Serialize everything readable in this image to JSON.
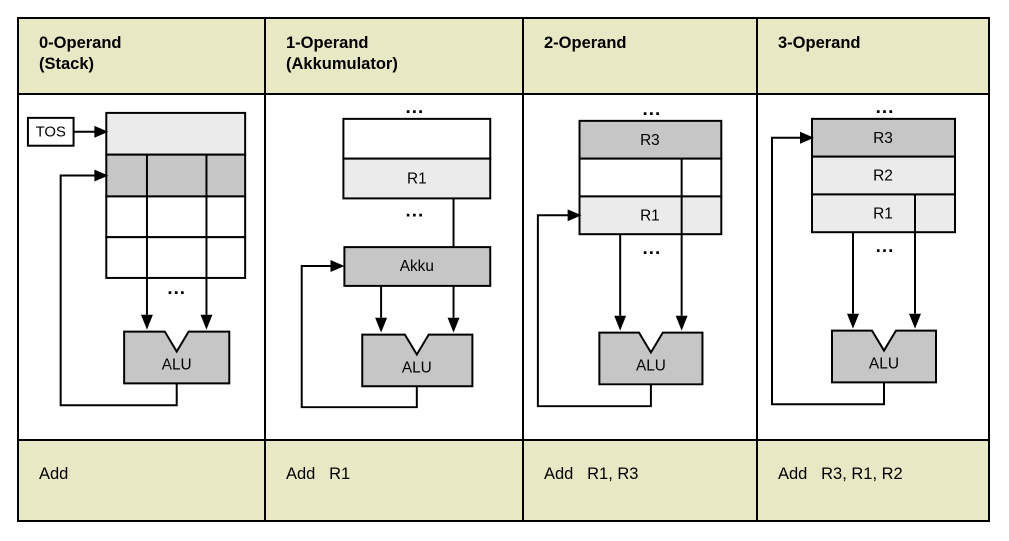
{
  "diagram": {
    "title_row": [
      {
        "id": "col-0-operand",
        "label": "0-Operand\n(Stack)"
      },
      {
        "id": "col-1-operand",
        "label": "1-Operand\n(Akkumulator)"
      },
      {
        "id": "col-2-operand",
        "label": "2-Operand"
      },
      {
        "id": "col-3-operand",
        "label": "3-Operand"
      }
    ],
    "instruction_row": [
      {
        "id": "instr-0",
        "label": "Add"
      },
      {
        "id": "instr-1",
        "label": "Add   R1"
      },
      {
        "id": "instr-2",
        "label": "Add   R1, R3"
      },
      {
        "id": "instr-3",
        "label": "Add   R3, R1, R2"
      }
    ],
    "colors": {
      "header_bg": "#e8e8c4",
      "footer_bg": "#e8e8c4",
      "cell_light": "#ebebeb",
      "cell_mid": "#c6c6c6",
      "cell_white": "#ffffff",
      "alu_fill": "#c6c6c6",
      "stroke": "#000000",
      "page_bg": "#ffffff"
    },
    "columns": {
      "stack": {
        "pointer_label": "TOS",
        "alu_label": "ALU",
        "ellipsis": "...",
        "stack_cells": [
          "",
          "",
          "",
          ""
        ]
      },
      "accumulator": {
        "register_cells": [
          "",
          "R1"
        ],
        "accumulator_label": "Akku",
        "alu_label": "ALU",
        "ellipsis_top": "...",
        "ellipsis_bottom": "..."
      },
      "two_operand": {
        "register_cells": [
          "R3",
          "",
          "R1"
        ],
        "alu_label": "ALU",
        "ellipsis_top": "...",
        "ellipsis_bottom": "..."
      },
      "three_operand": {
        "register_cells": [
          "R3",
          "R2",
          "R1"
        ],
        "alu_label": "ALU",
        "ellipsis_top": "...",
        "ellipsis_bottom": "..."
      }
    }
  }
}
